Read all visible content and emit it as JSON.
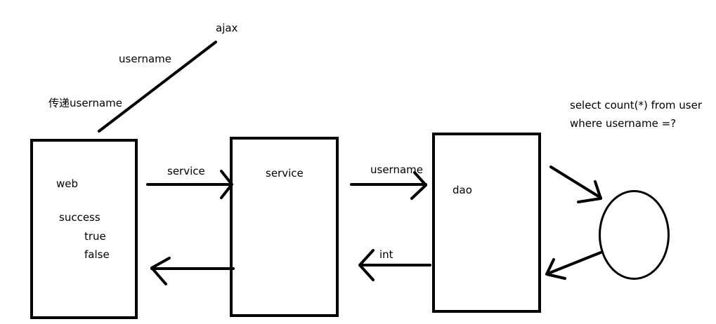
{
  "labels": {
    "ajax": "ajax",
    "username_top": "username",
    "pass_username": "传递username",
    "web": "web",
    "success": "success",
    "true_val": "true",
    "false_val": "false",
    "service_arrow": "service",
    "service_box": "service",
    "username_arrow": "username",
    "dao": "dao",
    "int_val": "int",
    "sql_line1": "select count(*) from user",
    "sql_line2": "where username =?"
  },
  "colors": {
    "stroke": "#000000",
    "background": "#ffffff"
  }
}
